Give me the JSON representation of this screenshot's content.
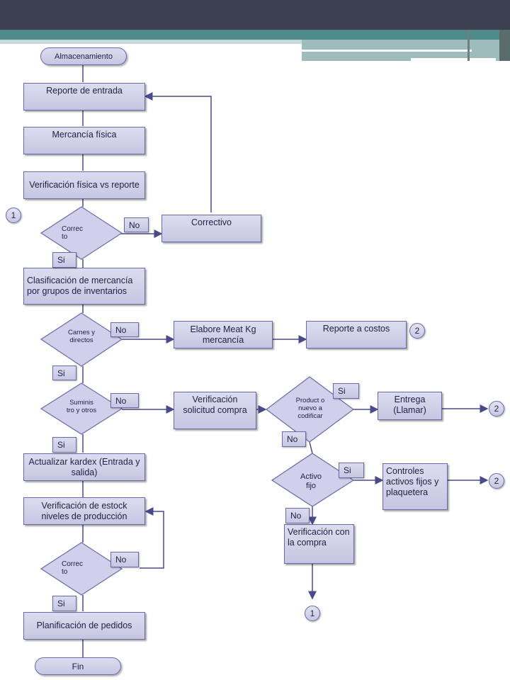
{
  "terminals": {
    "start": "Almacenamiento",
    "end": "Fin"
  },
  "processes": {
    "reporte_entrada": "Reporte de entrada",
    "mercancia_fisica": "Mercancía  física",
    "verificacion_fisica": "Verificación física  vs reporte",
    "correctivo": "Correctivo",
    "clasificacion": "Clasificación de mercancía  por grupos de inventarios",
    "elabore": "Elabore Meat Kg mercancía",
    "reporte_costos": "Reporte a costos",
    "verificacion_solicitud": "Verificación solicitud compra",
    "entrega": "Entrega (Llamar)",
    "controles": "Controles activos fijos y plaquetera",
    "verificacion_compra": "Verificación con la compra",
    "actualizar_kardex": "Actualizar kardex (Entrada y salida)",
    "verificacion_estock": "Verificación de estock niveles de producción",
    "planificacion": "Planificación de pedidos"
  },
  "decisions": {
    "correcto1": "Correc to",
    "carnes": "Carnes y directos",
    "suministro": "Suminis tro y otros",
    "producto_nuevo": "Product o nuevo a codificar",
    "activo_fijo": "Activo fijo",
    "correcto2": "Correc to"
  },
  "labels": {
    "yes": "Si",
    "no": "No"
  },
  "connectors": {
    "one": "1",
    "two": "2"
  },
  "colors": {
    "fill": "#d2d2ea",
    "border": "#6a6aa8",
    "line": "#4a4a8a",
    "header": "#3d4050",
    "band": "#4f8a8b"
  }
}
